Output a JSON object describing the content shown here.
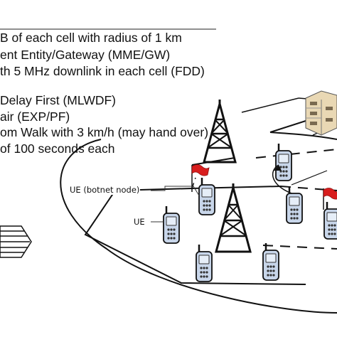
{
  "text_lines": [
    "B of each cell with radius of 1 km",
    "ent Entity/Gateway (MME/GW)",
    "th 5 MHz downlink in each cell (FDD)",
    "Delay First (MLWDF)",
    "air (EXP/PF)",
    "om Walk with 3 km/h (may hand over)",
    "of 100 seconds each"
  ],
  "labels": {
    "botnet_ue": "UE (botnet node)",
    "ue": "UE"
  },
  "colors": {
    "line": "#111111",
    "phone_body": "#c8d6ea",
    "phone_screen": "#e6eef8",
    "flag": "#d81e1e",
    "server": "#e9d8b4"
  },
  "icons": [
    "cell-tower-icon",
    "mobile-phone-icon",
    "red-flag-icon",
    "server-rack-icon",
    "striped-arrow-icon"
  ]
}
